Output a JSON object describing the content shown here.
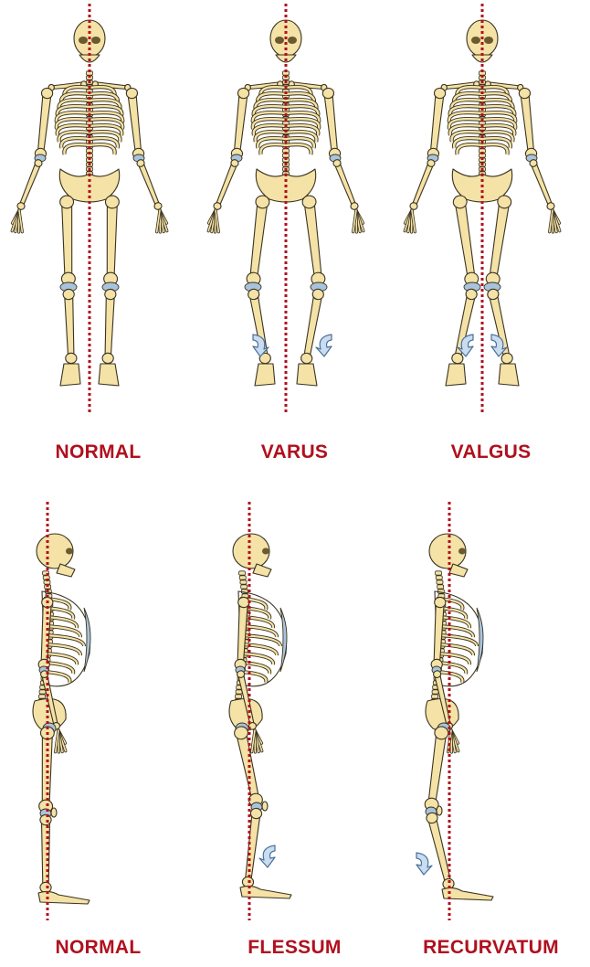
{
  "colors": {
    "bone": "#f4e2a6",
    "outline": "#3a3320",
    "cartilage": "#a9c3dd",
    "axis": "#b0101e",
    "arrow_fill": "#c9dcf0",
    "arrow_stroke": "#4a6f99",
    "label": "#b0101e"
  },
  "panels": [
    {
      "id": "front-normal",
      "view": "front",
      "label": "NORMAL",
      "deformity": "none"
    },
    {
      "id": "front-varus",
      "view": "front",
      "label": "VARUS",
      "deformity": "varus"
    },
    {
      "id": "front-valgus",
      "view": "front",
      "label": "VALGUS",
      "deformity": "valgus"
    },
    {
      "id": "side-normal",
      "view": "side",
      "label": "NORMAL",
      "deformity": "none"
    },
    {
      "id": "side-flessum",
      "view": "side",
      "label": "FLESSUM",
      "deformity": "flessum"
    },
    {
      "id": "side-recurvatum",
      "view": "side",
      "label": "RECURVATUM",
      "deformity": "recurvatum"
    }
  ]
}
